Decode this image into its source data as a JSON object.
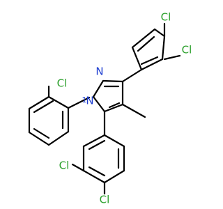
{
  "molecule": {
    "colors": {
      "bond": "#000000",
      "chlorine": "#2ca02c",
      "nitrogen": "#1f3fd1"
    },
    "labels": {
      "cl_top_left": "Cl",
      "cl_top_right_1": "Cl",
      "cl_top_right_2": "Cl",
      "cl_bottom_1": "Cl",
      "cl_bottom_2": "Cl",
      "n_upper": "N",
      "n_lower": "N",
      "n_lower_sub": "1"
    }
  }
}
